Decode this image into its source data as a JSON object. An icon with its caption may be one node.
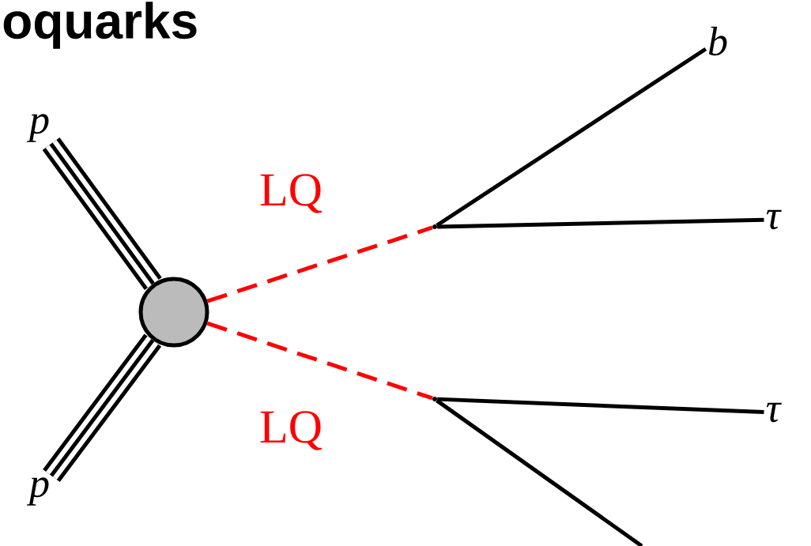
{
  "diagram": {
    "nodes": [
      {
        "text": [
          "p"
        ]
      },
      {
        "text": [
          "p"
        ]
      },
      {
        "text": [],
        "shape": "circle"
      },
      {
        "text": [],
        "shape": "point"
      },
      {
        "text": [],
        "shape": "point"
      },
      {
        "text": [
          "b"
        ]
      },
      {
        "text": [
          "τ"
        ]
      },
      {
        "text": [
          "τ"
        ]
      }
    ],
    "edges": [
      {
        "from": 0,
        "to": 2,
        "arrow": "none",
        "style": "thick"
      },
      {
        "from": 1,
        "to": 2,
        "arrow": "none",
        "style": "thick"
      },
      {
        "from": 2,
        "to": 3,
        "arrow": "none",
        "style": "dashed",
        "color": "#ff0000",
        "label": "LQ"
      },
      {
        "from": 2,
        "to": 4,
        "arrow": "none",
        "style": "dashed",
        "color": "#ff0000",
        "label": "LQ"
      },
      {
        "from": 3,
        "to": 5,
        "arrow": "none"
      },
      {
        "from": 3,
        "to": 6,
        "arrow": "none"
      },
      {
        "from": 4,
        "to": 7,
        "arrow": "none"
      },
      {
        "from": 4,
        "to": null,
        "arrow": "none"
      }
    ],
    "labels": [
      "oquarks"
    ]
  }
}
